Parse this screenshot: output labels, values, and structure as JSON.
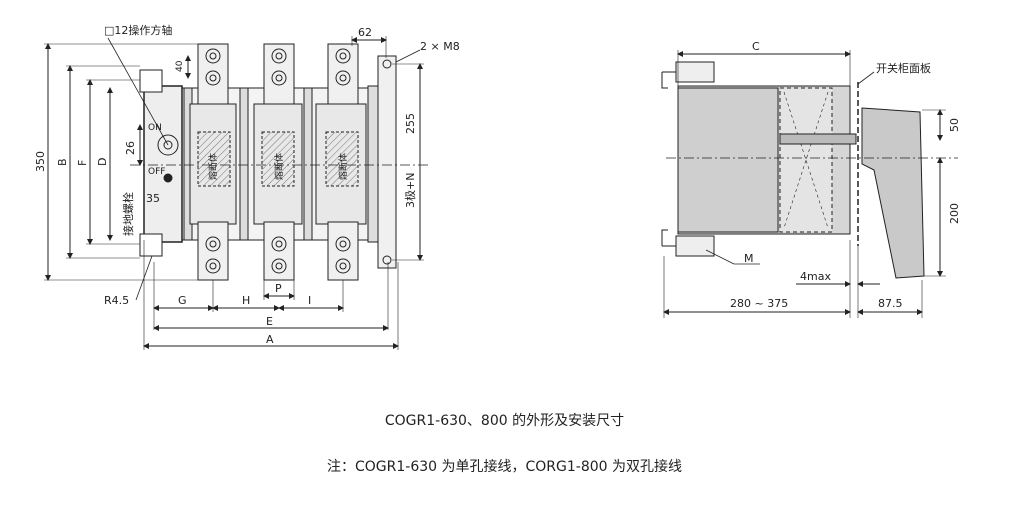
{
  "front_view": {
    "shaft_label": "□12操作方轴",
    "screw_label": "2 × M8",
    "dim_62": "62",
    "dim_40": "40",
    "dim_26": "26",
    "dim_35": "35",
    "dim_255": "255",
    "dim_350": "350",
    "poles_label": "3极+N",
    "label_B": "B",
    "label_F": "F",
    "label_D": "D",
    "label_on": "ON",
    "label_off": "OFF",
    "ground_bolt": "接地螺栓",
    "fuse_body": "熔断体",
    "label_R": "R4.5",
    "label_G": "G",
    "label_H": "H",
    "label_P": "P",
    "label_I": "I",
    "label_E": "E",
    "label_A": "A"
  },
  "side_view": {
    "label_C": "C",
    "panel_label": "开关柜面板",
    "dim_50": "50",
    "dim_200": "200",
    "label_M": "M",
    "dim_4max": "4max",
    "dim_280_375": "280 ~ 375",
    "dim_87_5": "87.5"
  },
  "captions": {
    "title": "COGR1-630、800 的外形及安装尺寸",
    "note": "注：COGR1-630 为单孔接线，CORG1-800 为双孔接线"
  }
}
